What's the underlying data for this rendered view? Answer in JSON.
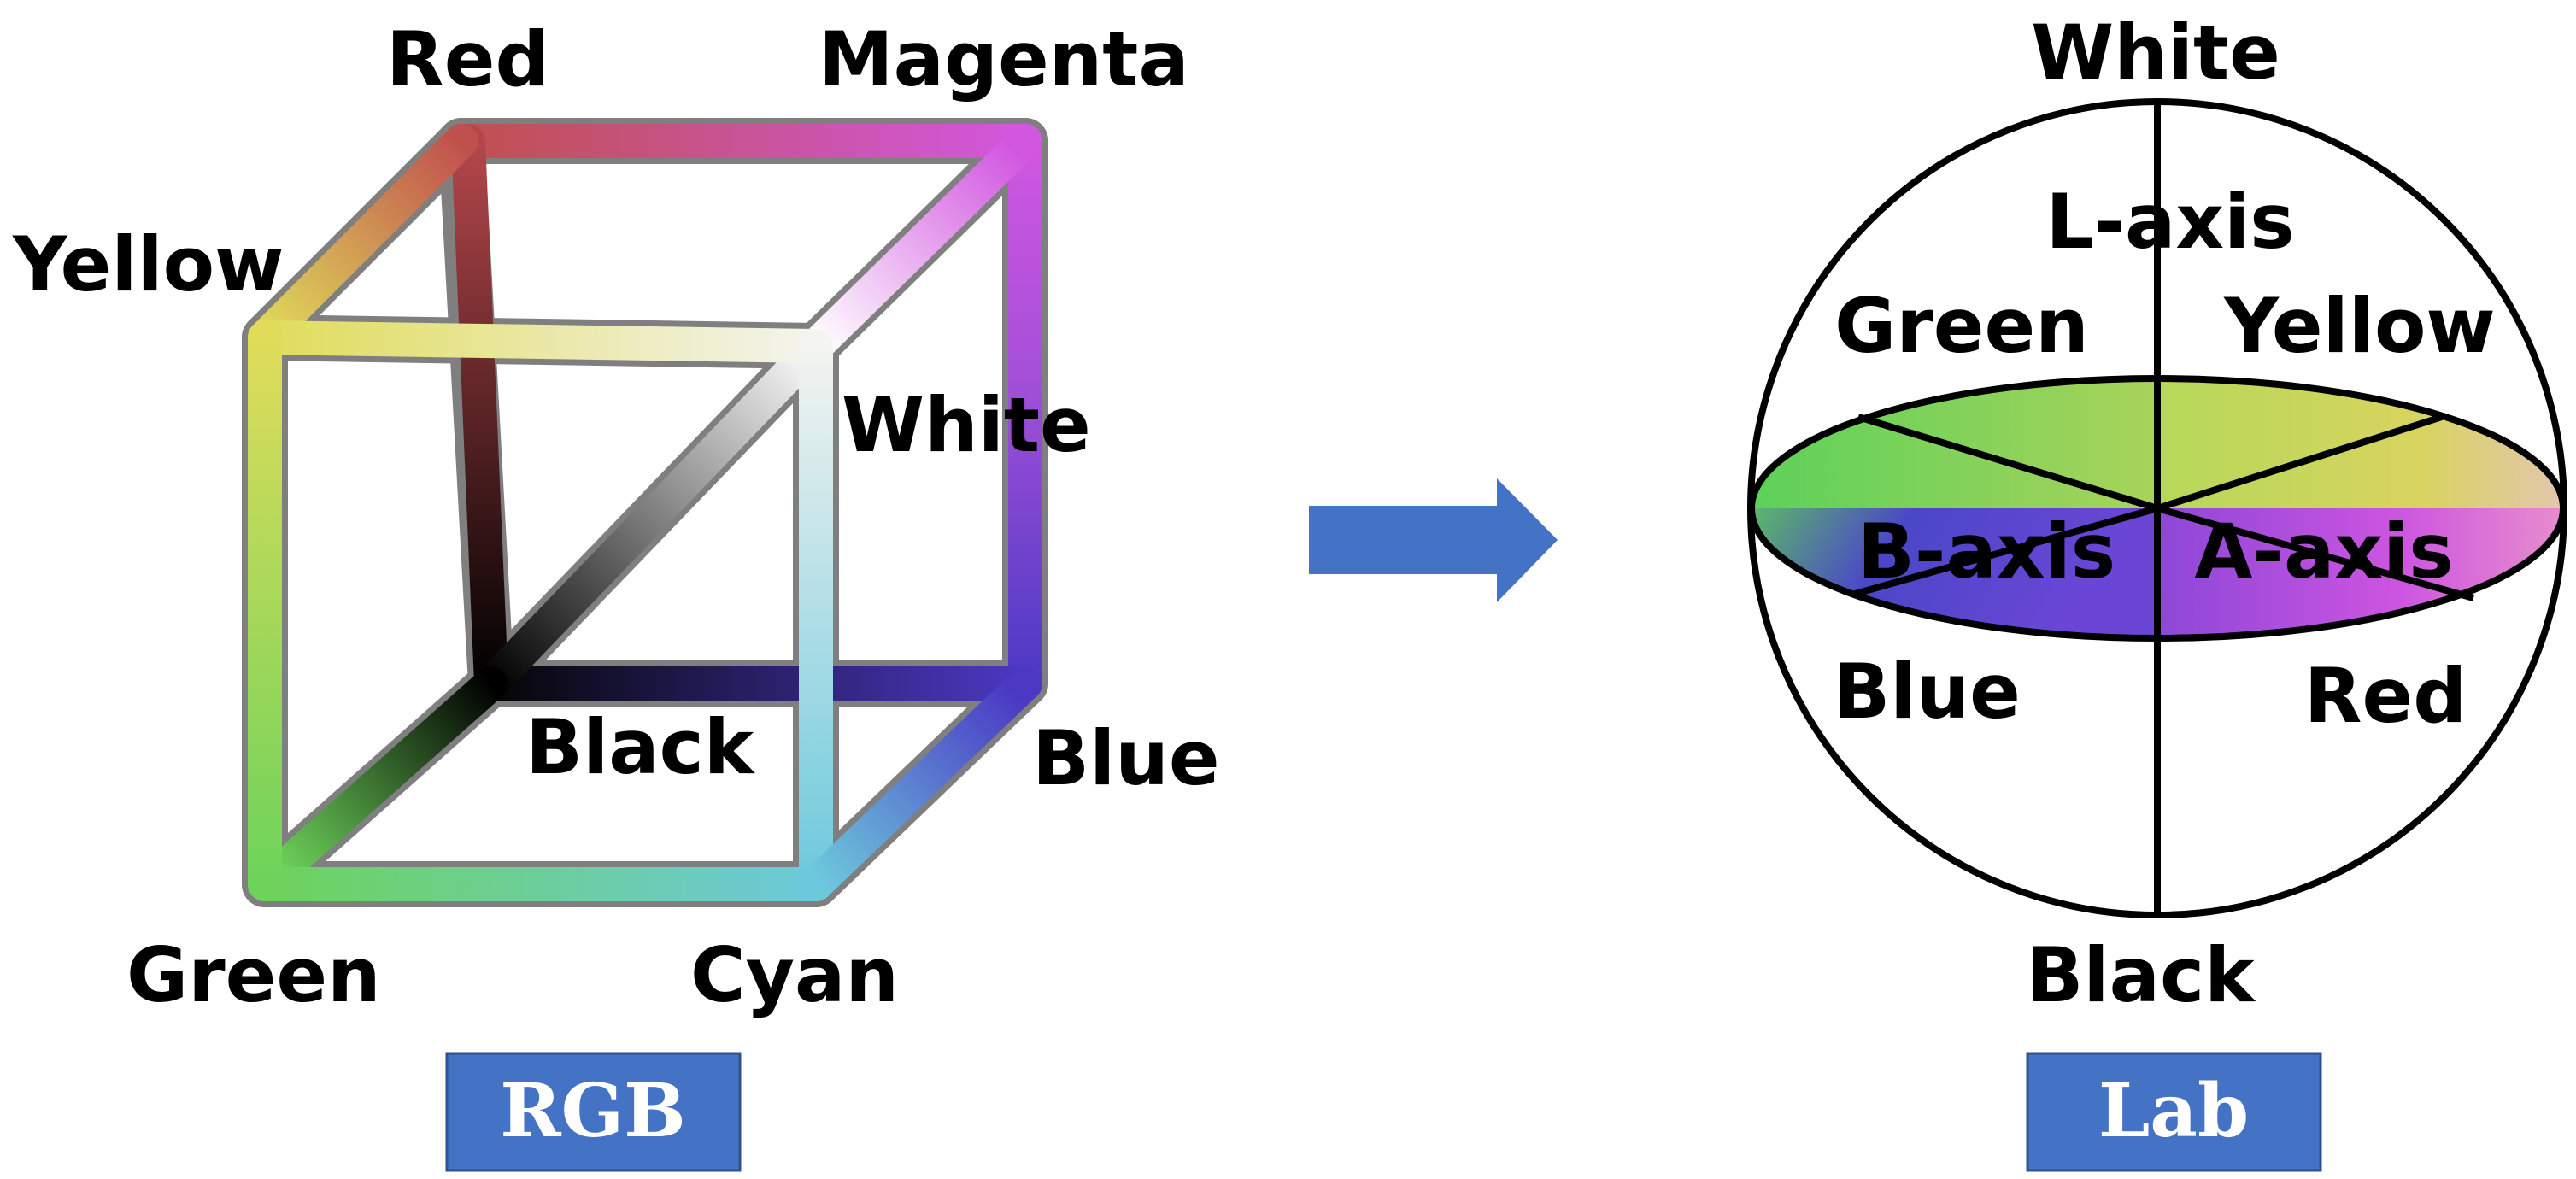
{
  "rgb": {
    "title": "RGB",
    "vertices": {
      "red": "Red",
      "magenta": "Magenta",
      "yellow": "Yellow",
      "white": "White",
      "black": "Black",
      "blue": "Blue",
      "green": "Green",
      "cyan": "Cyan"
    }
  },
  "lab": {
    "title": "Lab",
    "labels": {
      "white": "White",
      "l_axis": "L-axis",
      "green": "Green",
      "yellow": "Yellow",
      "b_axis": "B-axis",
      "a_axis": "A-axis",
      "blue": "Blue",
      "red": "Red",
      "black": "Black"
    }
  },
  "colors": {
    "title_box": "#4472C4",
    "arrow": "#4472C4",
    "frame_outline": "#7F7F7F",
    "red": "#C0504D",
    "magenta": "#D257E0",
    "yellow": "#E0DC5A",
    "white": "#FFFFFF",
    "black": "#000000",
    "blue": "#4B39C4",
    "green": "#6DD35A",
    "cyan": "#6CC9DC"
  }
}
